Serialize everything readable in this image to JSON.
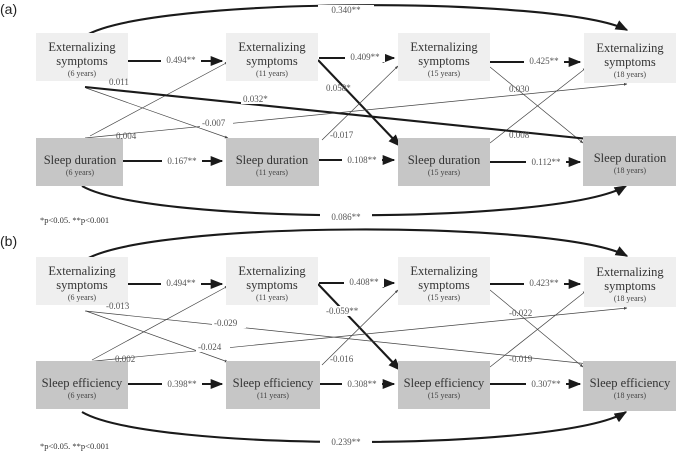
{
  "panels": [
    {
      "label": "(a)",
      "nodes": {
        "ext6": {
          "main1": "Externalizing",
          "main2": "symptoms",
          "sub": "(6 years)"
        },
        "ext11": {
          "main1": "Externalizing",
          "main2": "symptoms",
          "sub": "(11 years)"
        },
        "ext15": {
          "main1": "Externalizing",
          "main2": "symptoms",
          "sub": "(15 years)"
        },
        "ext18": {
          "main1": "Externalizing",
          "main2": "symptoms",
          "sub": "(18 years)"
        },
        "sleep6": {
          "main": "Sleep duration",
          "sub": "(6 years)"
        },
        "sleep11": {
          "main": "Sleep duration",
          "sub": "(11 years)"
        },
        "sleep15": {
          "main": "Sleep duration",
          "sub": "(15 years)"
        },
        "sleep18": {
          "main": "Sleep duration",
          "sub": "(18 years)"
        }
      },
      "coefs": {
        "arc_ext": "0.340**",
        "arc_sleep": "0.086**",
        "e6_e11": "0.494**",
        "e11_e15": "0.409**",
        "e15_e18": "0.425**",
        "s6_s11": "0.167**",
        "s11_s15": "0.108**",
        "s15_s18": "0.112**",
        "e6_s11": "0.011",
        "s6_e11": "0.004",
        "e11_s15": "0.058*",
        "s11_e15": "-0.017",
        "e15_s18": "0.030",
        "s15_e18": "0.008",
        "e6_s18": "0.032*",
        "s6_e18": "-0.007"
      },
      "note": "*p<0.05. **p<0.001"
    },
    {
      "label": "(b)",
      "nodes": {
        "ext6": {
          "main1": "Externalizing",
          "main2": "symptoms",
          "sub": "(6 years)"
        },
        "ext11": {
          "main1": "Externalizing",
          "main2": "symptoms",
          "sub": "(11 years)"
        },
        "ext15": {
          "main1": "Externalizing",
          "main2": "symptoms",
          "sub": "(15 years)"
        },
        "ext18": {
          "main1": "Externalizing",
          "main2": "symptoms",
          "sub": "(18 years)"
        },
        "sleep6": {
          "main": "Sleep efficiency",
          "sub": "(6 years)"
        },
        "sleep11": {
          "main": "Sleep efficiency",
          "sub": "(11 years)"
        },
        "sleep15": {
          "main": "Sleep efficiency",
          "sub": "(15 years)"
        },
        "sleep18": {
          "main": "Sleep efficiency",
          "sub": "(18 years)"
        }
      },
      "coefs": {
        "arc_ext": "",
        "arc_sleep": "0.239**",
        "e6_e11": "0.494**",
        "e11_e15": "0.408**",
        "e15_e18": "0.423**",
        "s6_s11": "0.398**",
        "s11_s15": "0.308**",
        "s15_s18": "0.307**",
        "e6_s11": "-0.013",
        "s6_e11": "0.002",
        "e11_s15": "-0.059**",
        "s11_e15": "-0.016",
        "e15_s18": "-0.022",
        "s15_e18": "-0.019",
        "e6_s18": "-0.029",
        "s6_e18": "-0.024"
      },
      "note": "*p<0.05. **p<0.001"
    }
  ]
}
